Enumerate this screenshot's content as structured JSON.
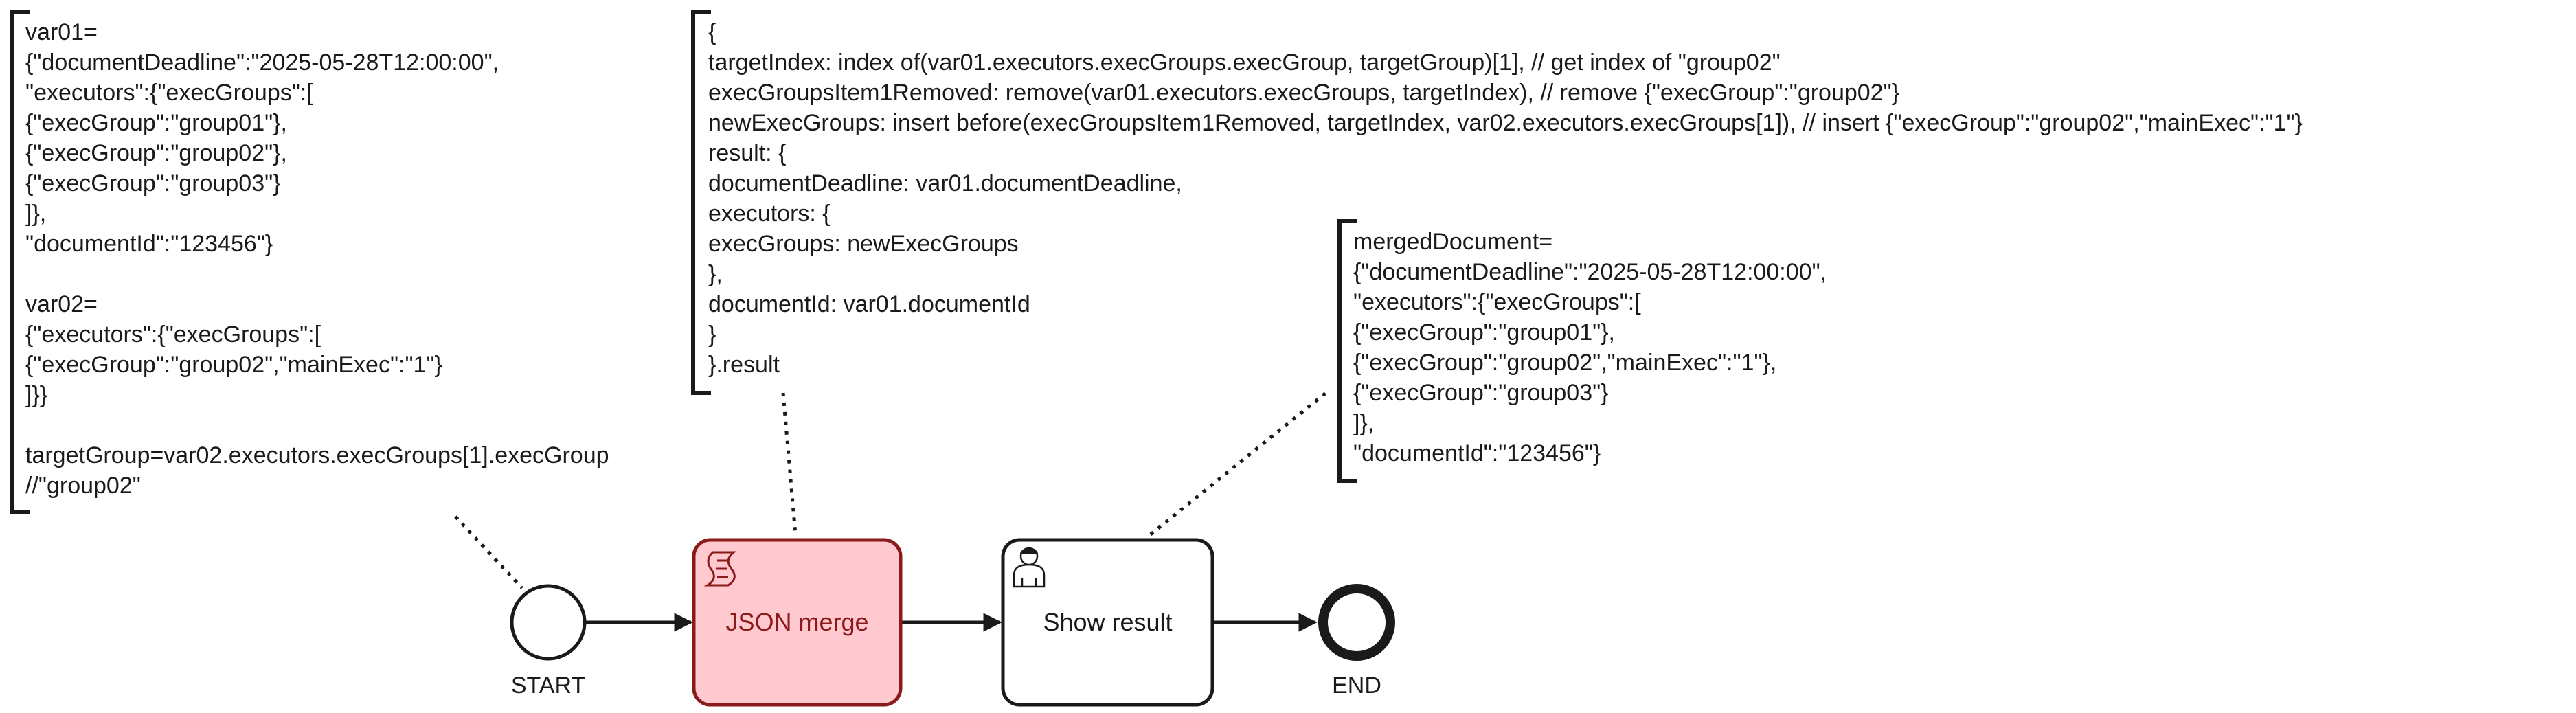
{
  "annotations": {
    "inputs": [
      "var01=",
      "{\"documentDeadline\":\"2025-05-28T12:00:00\",",
      "\"executors\":{\"execGroups\":[",
      "{\"execGroup\":\"group01\"},",
      "{\"execGroup\":\"group02\"},",
      "{\"execGroup\":\"group03\"}",
      "]},",
      "\"documentId\":\"123456\"}",
      "",
      "var02=",
      "{\"executors\":{\"execGroups\":[",
      "{\"execGroup\":\"group02\",\"mainExec\":\"1\"}",
      "]}}",
      "",
      "targetGroup=var02.executors.execGroups[1].execGroup",
      "//\"group02\""
    ],
    "script": [
      "{",
      "targetIndex: index of(var01.executors.execGroups.execGroup, targetGroup)[1], // get index of \"group02\"",
      "execGroupsItem1Removed: remove(var01.executors.execGroups, targetIndex), // remove {\"execGroup\":\"group02\"}",
      "newExecGroups: insert before(execGroupsItem1Removed, targetIndex, var02.executors.execGroups[1]), // insert {\"execGroup\":\"group02\",\"mainExec\":\"1\"}",
      "result: {",
      "documentDeadline: var01.documentDeadline,",
      "executors: {",
      "execGroups: newExecGroups",
      "},",
      "documentId: var01.documentId",
      "}",
      "}.result"
    ],
    "result": [
      "mergedDocument=",
      "{\"documentDeadline\":\"2025-05-28T12:00:00\",",
      "\"executors\":{\"execGroups\":[",
      "{\"execGroup\":\"group01\"},",
      "{\"execGroup\":\"group02\",\"mainExec\":\"1\"},",
      "{\"execGroup\":\"group03\"}",
      "]},",
      "\"documentId\":\"123456\"}"
    ]
  },
  "nodes": {
    "start": {
      "label": "START",
      "type": "start-event"
    },
    "json_merge": {
      "label": "JSON merge",
      "type": "script-task",
      "icon": "script-icon",
      "fill": "#ffc9cf",
      "stroke": "#8b1a1a",
      "text_color": "#8b1a1a"
    },
    "show_result": {
      "label": "Show result",
      "type": "user-task",
      "icon": "user-icon"
    },
    "end": {
      "label": "END",
      "type": "end-event"
    }
  },
  "colors": {
    "stroke": "#1a1a1a",
    "task_fill": "#ffffff"
  }
}
